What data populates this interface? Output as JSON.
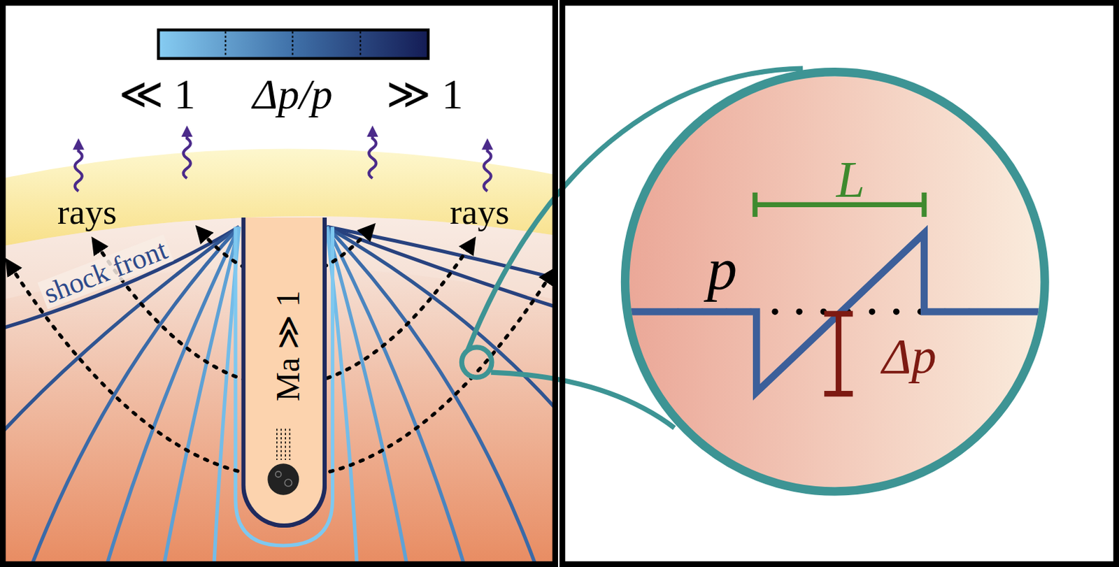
{
  "diagram": {
    "nodes": [
      {
        "text": [
          "Ma ≫ 1"
        ]
      },
      {
        "text": [
          "L",
          "p",
          "Δp"
        ]
      }
    ],
    "labels": [
      "≪ 1",
      "Δp/p",
      "≫ 1",
      "rays",
      "rays",
      "shock front"
    ]
  }
}
